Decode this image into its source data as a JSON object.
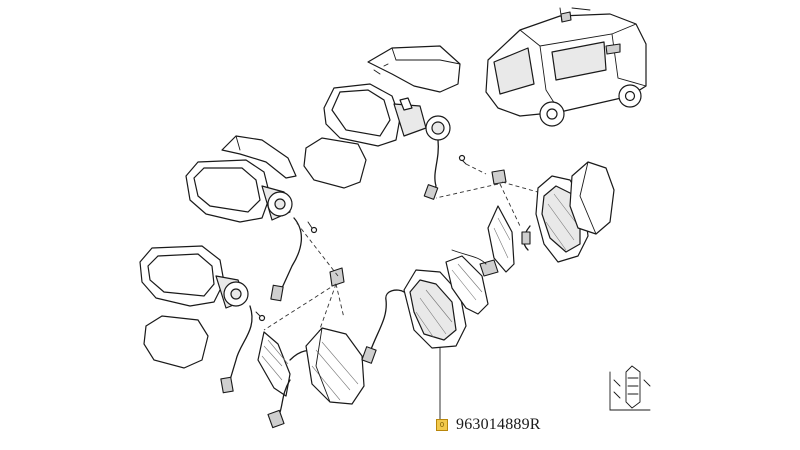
{
  "callout": {
    "marker_icon": "yellow-square-marker",
    "marker_glyph": "0",
    "part_number": "963014889R"
  },
  "colors": {
    "line": "#1a1a1a",
    "marker_fill": "#f2c94c"
  },
  "icons": {
    "vehicle": "suv-vehicle-icon",
    "fastener_identification": "bolt-identification-icon"
  }
}
